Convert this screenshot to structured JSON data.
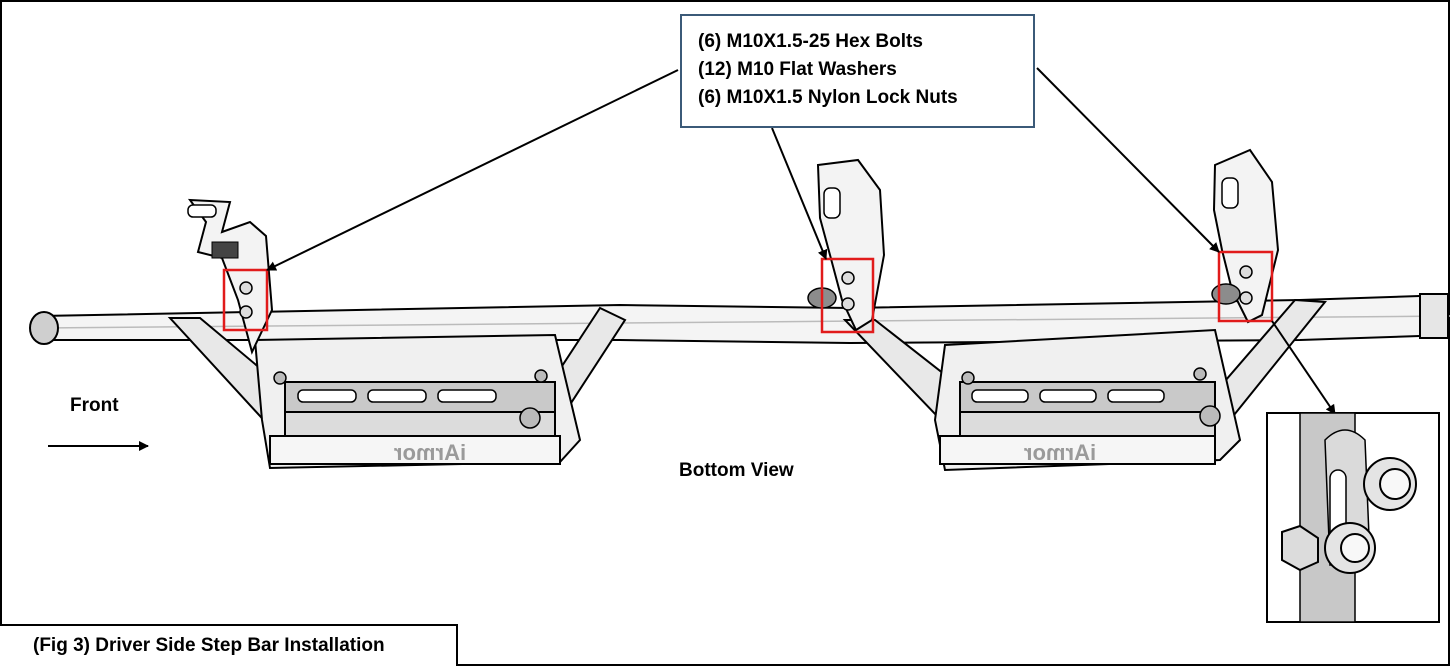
{
  "callout": {
    "lines": [
      "(6) M10X1.5-25 Hex Bolts",
      "(12) M10 Flat Washers",
      "(6) M10X1.5 Nylon Lock Nuts"
    ]
  },
  "labels": {
    "front": "Front",
    "bottom_view": "Bottom View",
    "brand_mark": "iArmor"
  },
  "caption": "(Fig 3) Driver Side Step Bar Installation",
  "colors": {
    "outline": "#000000",
    "callout_border": "#3b5a78",
    "highlight_box": "#e11b1b",
    "metal_light": "#f2f2f2",
    "metal_mid": "#d2d2d2",
    "metal_dark": "#8c8c8c"
  }
}
